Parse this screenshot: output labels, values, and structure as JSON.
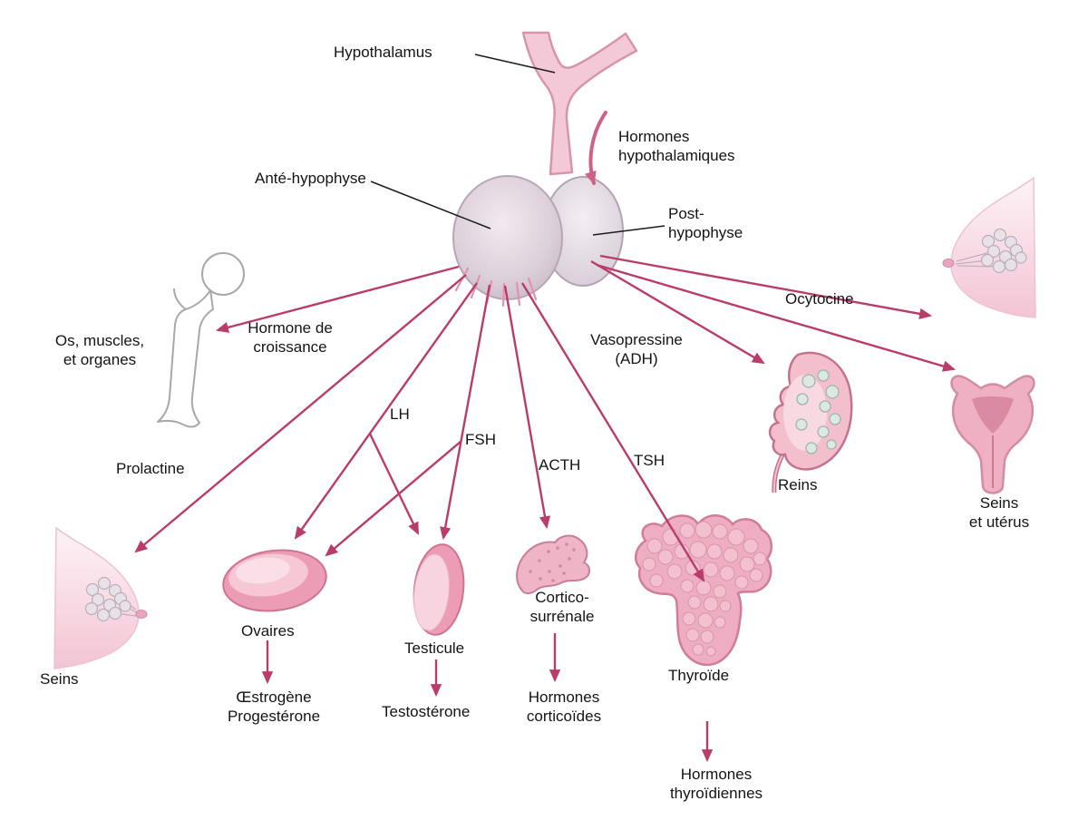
{
  "diagram": {
    "labels": {
      "hypothalamus": "Hypothalamus",
      "hormones_hypothalamiques": "Hormones\nhypothalamiques",
      "ante_hypophyse": "Anté-hypophyse",
      "post_hypophyse": "Post-\nhypophyse",
      "os_muscles_organes": "Os, muscles,\net organes",
      "hormone_de_croissance": "Hormone de\ncroissance",
      "prolactine": "Prolactine",
      "seins": "Seins",
      "lh": "LH",
      "fsh": "FSH",
      "acth": "ACTH",
      "tsh": "TSH",
      "vasopressine_adh": "Vasopressine\n(ADH)",
      "ocytocine": "Ocytocine",
      "reins": "Reins",
      "ovaires": "Ovaires",
      "oestrogene_progesterone": "Œstrogène\nProgestérone",
      "testicule": "Testicule",
      "testosterone": "Testostérone",
      "cortico_surrenale": "Cortico-\nsurrénale",
      "hormones_corticoides": "Hormones\ncorticoïdes",
      "thyroide": "Thyroïde",
      "hormones_thyroidiennes": "Hormones\nthyroïdiennes",
      "seins_et_uterus": "Seins\net utérus"
    },
    "colors": {
      "arrow": "#b93c6a",
      "curved_arrow": "#cf6186",
      "text": "#141414",
      "background": "#ffffff",
      "organ_pink": "#eeadc2",
      "organ_outline": "#cf7e98",
      "gland_gray": "#d9cdd8"
    }
  }
}
